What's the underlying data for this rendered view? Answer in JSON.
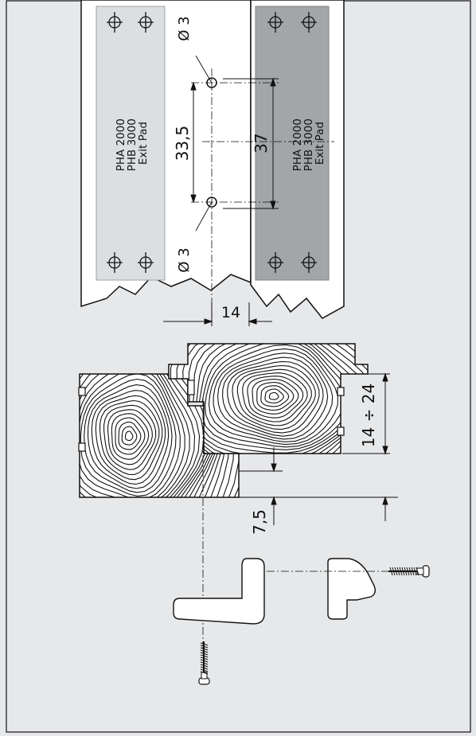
{
  "colors": {
    "background": "#e6e8ea",
    "panel": "#ffffff",
    "plate_light": "#dcdfe2",
    "plate_dark": "#a3a6a9",
    "line": "#111111"
  },
  "diagram": {
    "top_view": {
      "plate_left": {
        "line1": "PHA 2000",
        "line2": "PHB 3000",
        "line3": "Exit Pad"
      },
      "plate_right": {
        "line1": "PHA 2000",
        "line2": "PHB 3000",
        "line3": "Exit Pad"
      },
      "hole_diameter_top": "Ø 3",
      "hole_diameter_bottom": "Ø 3",
      "dim_hole_spacing_small": "33,5",
      "dim_hole_spacing_large": "37",
      "dim_offset_14": "14"
    },
    "section_view": {
      "dim_range": "14 ÷ 24",
      "dim_7_5": "7,5"
    },
    "icons": [
      "crosshair-hole-icon",
      "screw-icon",
      "bracket-icon",
      "stop-block-icon"
    ]
  }
}
